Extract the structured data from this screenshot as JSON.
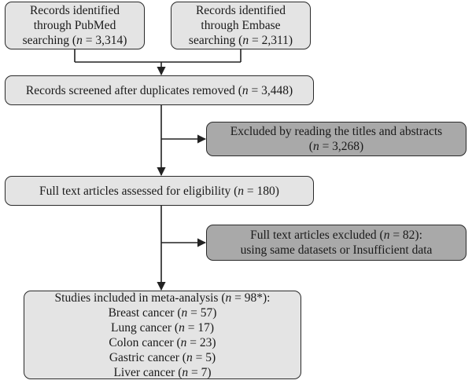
{
  "nodes": {
    "pubmed": {
      "line1": "Records identified",
      "line2": "through PubMed",
      "line3_pre": "searching (",
      "n_sym": "n",
      "line3_post": " = 3,314)"
    },
    "embase": {
      "line1": "Records identified",
      "line2": "through Embase",
      "line3_pre": "searching (",
      "n_sym": "n",
      "line3_post": " = 2,311)"
    },
    "screened": {
      "pre": "Records screened after duplicates removed (",
      "n_sym": "n",
      "post": " = 3,448)"
    },
    "excluded_titles": {
      "line1": "Excluded by reading the titles and abstracts",
      "line2_pre": "(",
      "n_sym": "n",
      "line2_post": " = 3,268)"
    },
    "fulltext_assessed": {
      "pre": "Full text articles assessed for eligibility (",
      "n_sym": "n",
      "post": " = 180)"
    },
    "fulltext_excluded": {
      "line1_pre": "Full text articles excluded (",
      "n_sym": "n",
      "line1_post": " = 82):",
      "line2": "using same datasets or Insufficient data"
    },
    "included": {
      "title_pre": "Studies included in meta-analysis (",
      "n_sym": "n",
      "title_post": " = 98*):",
      "items": [
        {
          "pre": "Breast cancer (",
          "n_sym": "n",
          "post": " = 57)"
        },
        {
          "pre": "Lung cancer (",
          "n_sym": "n",
          "post": " = 17)"
        },
        {
          "pre": "Colon cancer (",
          "n_sym": "n",
          "post": " = 23)"
        },
        {
          "pre": "Gastric cancer (",
          "n_sym": "n",
          "post": " = 5)"
        },
        {
          "pre": "Liver cancer (",
          "n_sym": "n",
          "post": " = 7)"
        }
      ]
    }
  },
  "colors": {
    "box_light": "#e4e4e4",
    "box_dark": "#a9a9a9",
    "line": "#222222"
  }
}
